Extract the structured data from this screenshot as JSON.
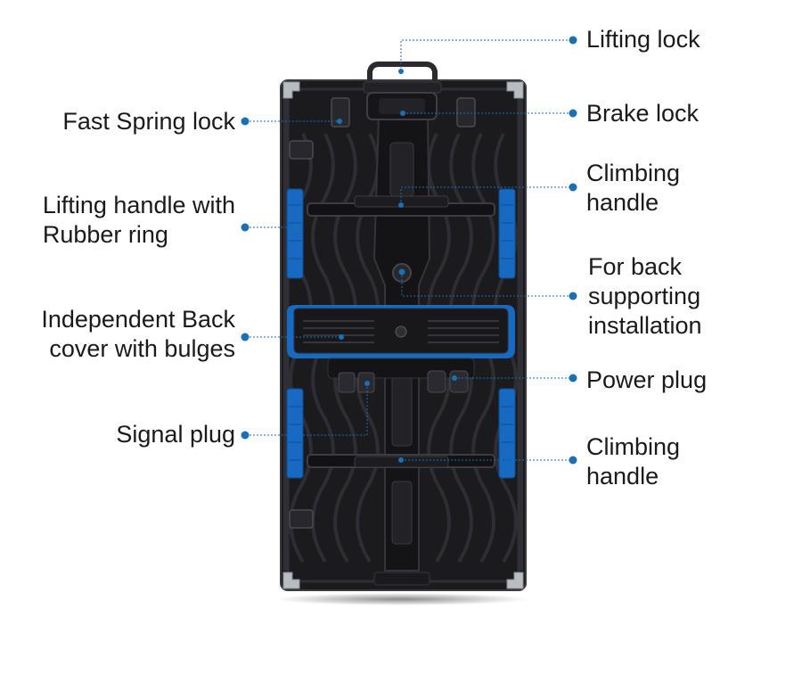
{
  "colors": {
    "accent": "#1a6fb5",
    "panel": "#1b1b1e",
    "panel_detail": "#2b2b30",
    "blue_part": "#1769c2",
    "corner_metal": "#b9bcc0"
  },
  "callouts": {
    "lifting_lock": "Lifting lock",
    "brake_lock": "Brake lock",
    "climbing_handle_top": "Climbing\nhandle",
    "for_back_supporting": "For back\nsupporting\ninstallation",
    "power_plug": "Power plug",
    "climbing_handle_bottom": "Climbing\nhandle",
    "fast_spring_lock": "Fast Spring lock",
    "lifting_handle_rubber": "Lifting handle with\nRubber ring",
    "independent_back_cover": "Independent Back\ncover with bulges",
    "signal_plug": "Signal plug"
  }
}
